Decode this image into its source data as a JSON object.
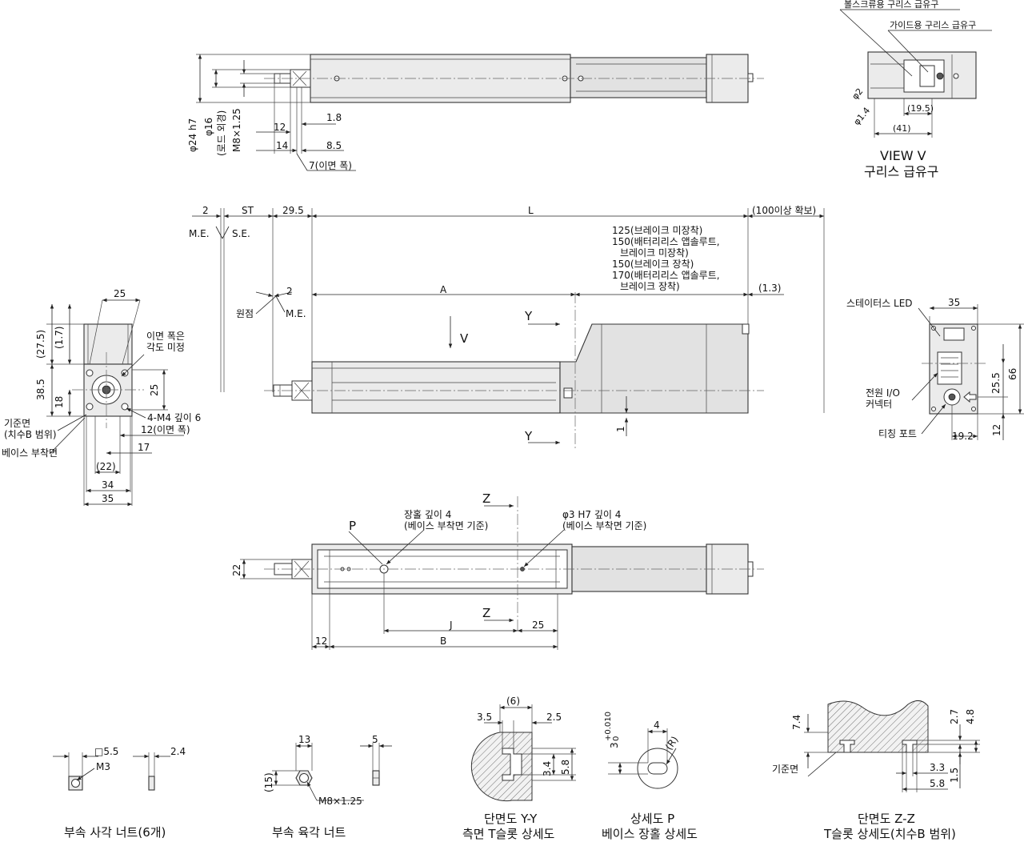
{
  "top_view": {
    "dims": {
      "d24": "φ24  h7",
      "d16": "φ16",
      "d16_note": "(로드 외경)",
      "m8": "M8×1.25",
      "d12": "12",
      "d14": "14",
      "d1_8": "1.8",
      "d8_5": "8.5",
      "d7": "7(이면 폭)"
    }
  },
  "view_v": {
    "grease_ballscrew": "볼스크류용 구리스 급유구",
    "grease_guide": "가이드용 구리스 급유구",
    "phi2": "φ2",
    "phi1_4": "φ1.4",
    "d19_5": "(19.5)",
    "d41": "(41)",
    "title1": "VIEW V",
    "title2": "구리스 급유구"
  },
  "side_view": {
    "d2": "2",
    "dST": "ST",
    "d29_5": "29.5",
    "dL": "L",
    "d100": "(100이상 확보)",
    "ME": "M.E.",
    "SE": "S.E.",
    "origin": "원점",
    "ME2": "M.E.",
    "d2b": "2",
    "dA": "A",
    "d1_3": "(1.3)",
    "d1": "1",
    "notes": [
      "125(브레이크 미장착)",
      "150(배터리리스 앱솔루트,",
      "브레이크 미장착)",
      "150(브레이크 장착)",
      "170(배터리리스 앱솔루트,",
      "브레이크 장착)"
    ],
    "V": "V",
    "Y1": "Y",
    "Y2": "Y"
  },
  "end_view": {
    "d25top": "25",
    "d27_5": "(27.5)",
    "d1_7": "(1.7)",
    "d38_5": "38.5",
    "d18": "18",
    "d25": "25",
    "note_angle1": "이면 폭은",
    "note_angle2": "각도 미정",
    "m4": "4-M4 깊이 6",
    "datum1": "기준면",
    "datum2": "(치수B 범위)",
    "d12w": "12(이면 폭)",
    "base": "베이스 부착면",
    "d17": "17",
    "d22": "(22)",
    "d34": "34",
    "d35": "35"
  },
  "motor_end": {
    "status_led": "스테이터스 LED",
    "d35": "35",
    "d66": "66",
    "d25_5": "25.5",
    "power1": "전원 I/O",
    "power2": "커넥터",
    "teaching": "티칭 포트",
    "d19_2": "19.2",
    "d12": "12"
  },
  "bottom_view": {
    "slot1": "장홀 깊이 4",
    "slot2": "(베이스 부착면 기준)",
    "hole1": "φ3 H7 깊이 4",
    "hole2": "(베이스 부착면 기준)",
    "P": "P",
    "Z1": "Z",
    "Z2": "Z",
    "d22": "22",
    "dJ": "J",
    "d25": "25",
    "d12": "12",
    "dB": "B"
  },
  "details": {
    "square_nut": {
      "d5_5": "□5.5",
      "m3": "M3",
      "d2_4": "2.4",
      "caption": "부속 사각 너트(6개)"
    },
    "hex_nut": {
      "d13": "13",
      "d5": "5",
      "d15": "(15)",
      "m8": "M8×1.25",
      "caption": "부속 육각 너트"
    },
    "section_yy": {
      "d6": "(6)",
      "d3_5": "3.5",
      "d2_5": "2.5",
      "d3_4": "3.4",
      "d5_8": "5.8",
      "caption1": "단면도 Y-Y",
      "caption2": "측면 T슬롯 상세도"
    },
    "detail_p": {
      "d4": "4",
      "tol": "3",
      "tol_up": "+0.010",
      "tol_lo": "0",
      "R": "(R)",
      "caption1": "상세도 P",
      "caption2": "베이스 장홀 상세도"
    },
    "section_zz": {
      "d7_4": "7.4",
      "datum": "기준면",
      "d2_7": "2.7",
      "d4_8": "4.8",
      "d1_5": "1.5",
      "d3_3": "3.3",
      "d5_8": "5.8",
      "caption1": "단면도 Z-Z",
      "caption2": "T슬롯 상세도(치수B 범위)"
    }
  }
}
